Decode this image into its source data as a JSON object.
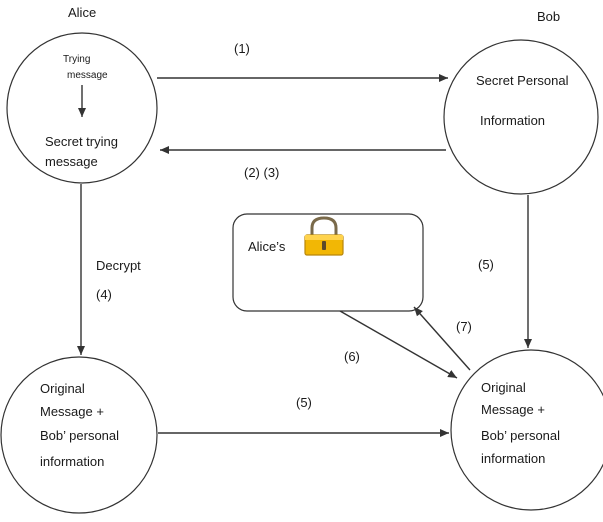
{
  "actors": {
    "alice": "Alice",
    "bob": "Bob"
  },
  "nodes": {
    "alice_top": {
      "small_line1": "Trying",
      "small_line2": "message",
      "line1": "Secret trying",
      "line2": "message"
    },
    "bob_top": {
      "line1": "Secret Personal",
      "line2": "Information"
    },
    "alice_bottom": {
      "line1": "Original",
      "line2": "Message +",
      "line3": "Bob’ personal",
      "line4": "information"
    },
    "bob_bottom": {
      "line1": "Original",
      "line2": "Message +",
      "line3": "Bob’ personal",
      "line4": "information"
    },
    "lockbox": {
      "label": "Alice’s",
      "icon": "padlock-icon"
    }
  },
  "edge_labels": {
    "e1": "(1)",
    "e23": "(2) (3)",
    "decrypt": "Decrypt",
    "e4": "(4)",
    "e5_right": "(5)",
    "e5_bottom": "(5)",
    "e6": "(6)",
    "e7": "(7)"
  },
  "colors": {
    "stroke": "#333333",
    "lock_body": "#f2b705",
    "lock_shackle": "#7a6a4a"
  }
}
